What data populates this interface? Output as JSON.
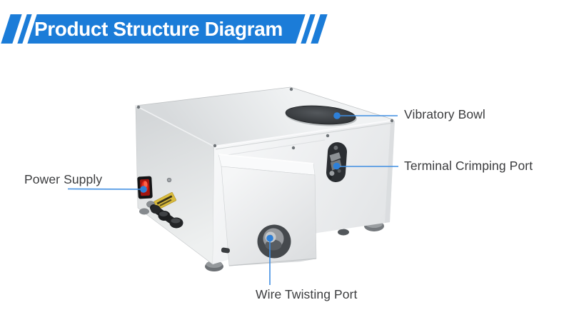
{
  "banner": {
    "title": "Product Structure Diagram",
    "bg_color": "#1b7cd8",
    "text_color": "#ffffff"
  },
  "callouts": {
    "vibratory_bowl": "Vibratory Bowl",
    "terminal_crimping_port": "Terminal Crimping Port",
    "power_supply": "Power Supply",
    "wire_twisting_port": "Wire Twisting Port"
  },
  "colors": {
    "leader_line": "#3f8ee2",
    "marker_dot": "#2e80d8",
    "label_text": "#3b3c3e",
    "machine_body": "#eceeef",
    "power_switch_red": "#e8281a",
    "warning_label_yellow": "#d9bb3c"
  }
}
